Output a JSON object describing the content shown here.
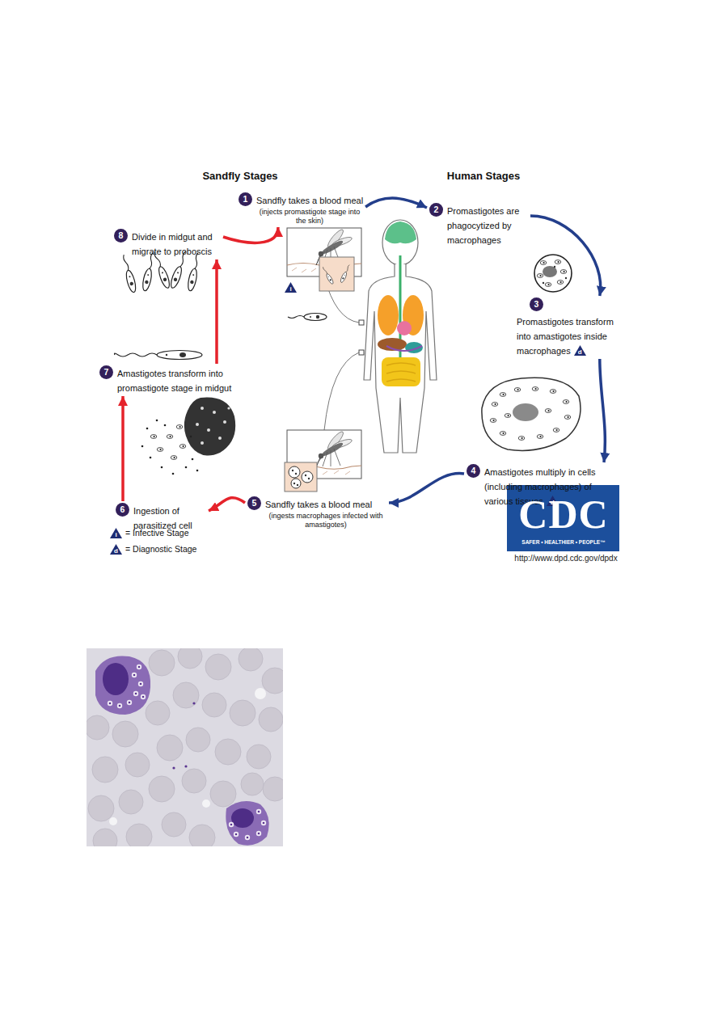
{
  "diagram": {
    "nodes": [
      {
        "text": [
          "1",
          "Sandfly takes a blood meal",
          "(injects promastigote stage into the skin)"
        ]
      },
      {
        "text": [
          "2",
          "Promastigotes are phagocytized by macrophages"
        ]
      },
      {
        "text": [
          "3",
          "Promastigotes transform into amastigotes inside macrophages"
        ]
      },
      {
        "text": [
          "4",
          "Amastigotes multiply in cells (including macrophages) of various tissues"
        ]
      },
      {
        "text": [
          "5",
          "Sandfly takes a blood meal",
          "(ingests macrophages infected with amastigotes)"
        ]
      },
      {
        "text": [
          "6",
          "Ingestion of parasitized cell"
        ]
      },
      {
        "text": [
          "7",
          "Amastigotes transform into promastigote stage in midgut"
        ]
      },
      {
        "text": [
          "8",
          "Divide in midgut and migrate to proboscis"
        ]
      }
    ],
    "edges": [
      {
        "from": 0,
        "to": 1,
        "arrow": "to"
      },
      {
        "from": 1,
        "to": 2,
        "arrow": "to"
      },
      {
        "from": 2,
        "to": 3,
        "arrow": "to"
      },
      {
        "from": 3,
        "to": 4,
        "arrow": "to"
      },
      {
        "from": 4,
        "to": 5,
        "arrow": "to"
      },
      {
        "from": 5,
        "to": 6,
        "arrow": "to"
      },
      {
        "from": 6,
        "to": 7,
        "arrow": "to"
      },
      {
        "from": 7,
        "to": 0,
        "arrow": "to"
      }
    ],
    "labels": [
      "Sandfly Stages",
      "Human Stages",
      "i",
      "d",
      "d",
      "i",
      "d",
      "CDC",
      "SAFER • HEALTHIER • PEOPLE™",
      "http://www.dpd.cdc.gov/dpdx"
    ],
    "legend": [
      {
        "text": "= Infective Stage"
      },
      {
        "text": "= Diagnostic Stage"
      }
    ]
  }
}
